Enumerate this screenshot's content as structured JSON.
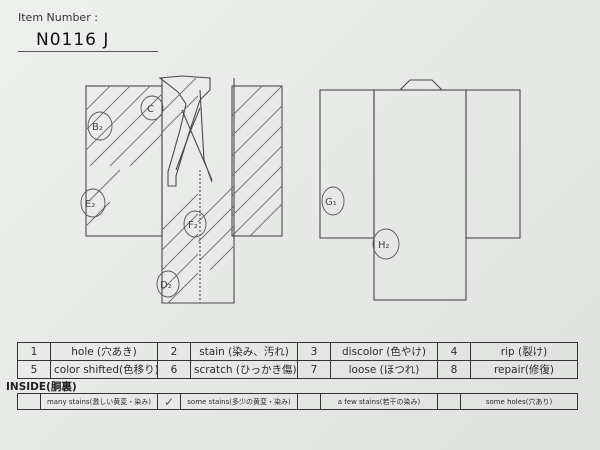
{
  "header": {
    "item_number_label": "Item Number :",
    "item_number_value": "N0116  J"
  },
  "diagram_marks": {
    "front": [
      "C",
      "B₂",
      "E₂",
      "F₂",
      "D₂"
    ],
    "back": [
      "G₁",
      "H₂"
    ]
  },
  "legend": {
    "rows": [
      [
        {
          "num": "1",
          "label": "hole (穴あき)"
        },
        {
          "num": "2",
          "label": "stain (染み、汚れ)"
        },
        {
          "num": "3",
          "label": "discolor (色やけ)"
        },
        {
          "num": "4",
          "label": "rip (裂け)"
        }
      ],
      [
        {
          "num": "5",
          "label": "color shifted(色移り)"
        },
        {
          "num": "6",
          "label": "scratch (ひっかき傷)"
        },
        {
          "num": "7",
          "label": "loose (ほつれ)"
        },
        {
          "num": "8",
          "label": "repair(修復)"
        }
      ]
    ]
  },
  "inside": {
    "heading": "INSIDE(胴裏)",
    "options": [
      {
        "label": "many stains(激しい黄変・染み)",
        "check": ""
      },
      {
        "label": "some stains(多少の黄変・染み)",
        "check": "✓"
      },
      {
        "label": "a few stains(若干の染み)",
        "check": ""
      },
      {
        "label": "some holes(穴あり)",
        "check": ""
      }
    ]
  }
}
